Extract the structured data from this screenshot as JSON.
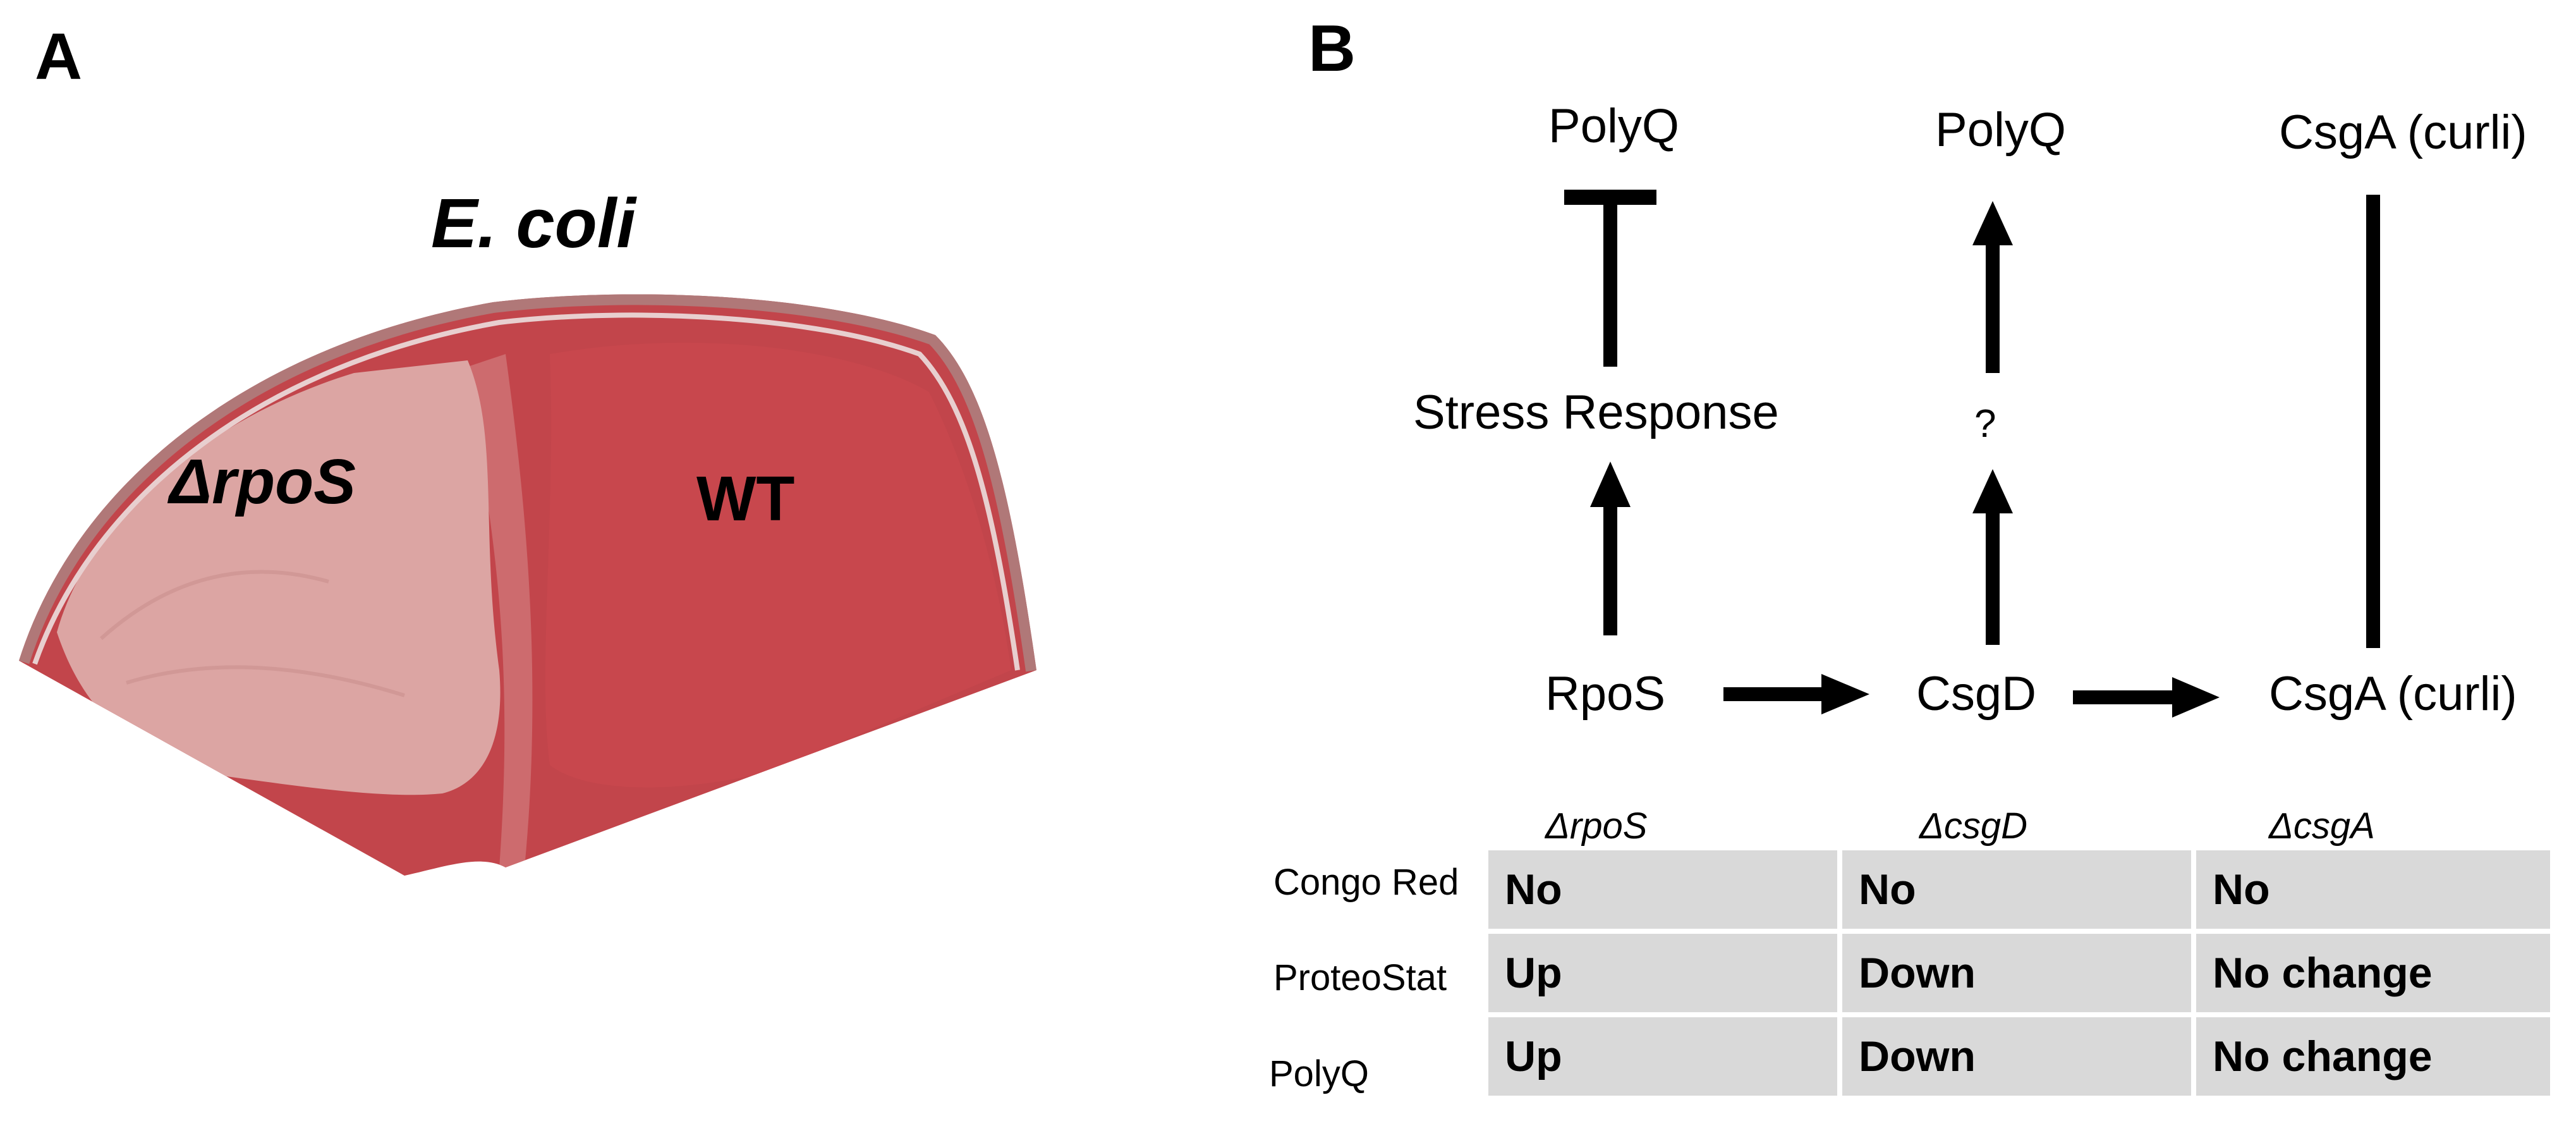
{
  "panel_a": {
    "letter": "A",
    "title": "E. coli",
    "left_label": "ΔrpoS",
    "right_label": "WT",
    "colors": {
      "agar": "#c2454b",
      "rim": "#b07878",
      "mutant_lawn": "#dca5a3",
      "wt_lawn": "#c8474d"
    }
  },
  "panel_b": {
    "letter": "B",
    "nodes": {
      "polyq_left": "PolyQ",
      "polyq_mid": "PolyQ",
      "csga_top": "CsgA (curli)",
      "stress_response": "Stress Response",
      "question": "?",
      "rpos": "RpoS",
      "csgd": "CsgD",
      "csga_bottom": "CsgA (curli)"
    },
    "table": {
      "columns": [
        "ΔrpoS",
        "ΔcsgD",
        "ΔcsgA"
      ],
      "rows": [
        {
          "label": "Congo Red",
          "values": [
            "No",
            "No",
            "No"
          ]
        },
        {
          "label": "ProteoStat",
          "values": [
            "Up",
            "Down",
            "No change"
          ]
        },
        {
          "label": "PolyQ",
          "values": [
            "Up",
            "Down",
            "No change"
          ]
        }
      ],
      "colors": {
        "cell_bg": "#d9d9d9"
      }
    }
  }
}
